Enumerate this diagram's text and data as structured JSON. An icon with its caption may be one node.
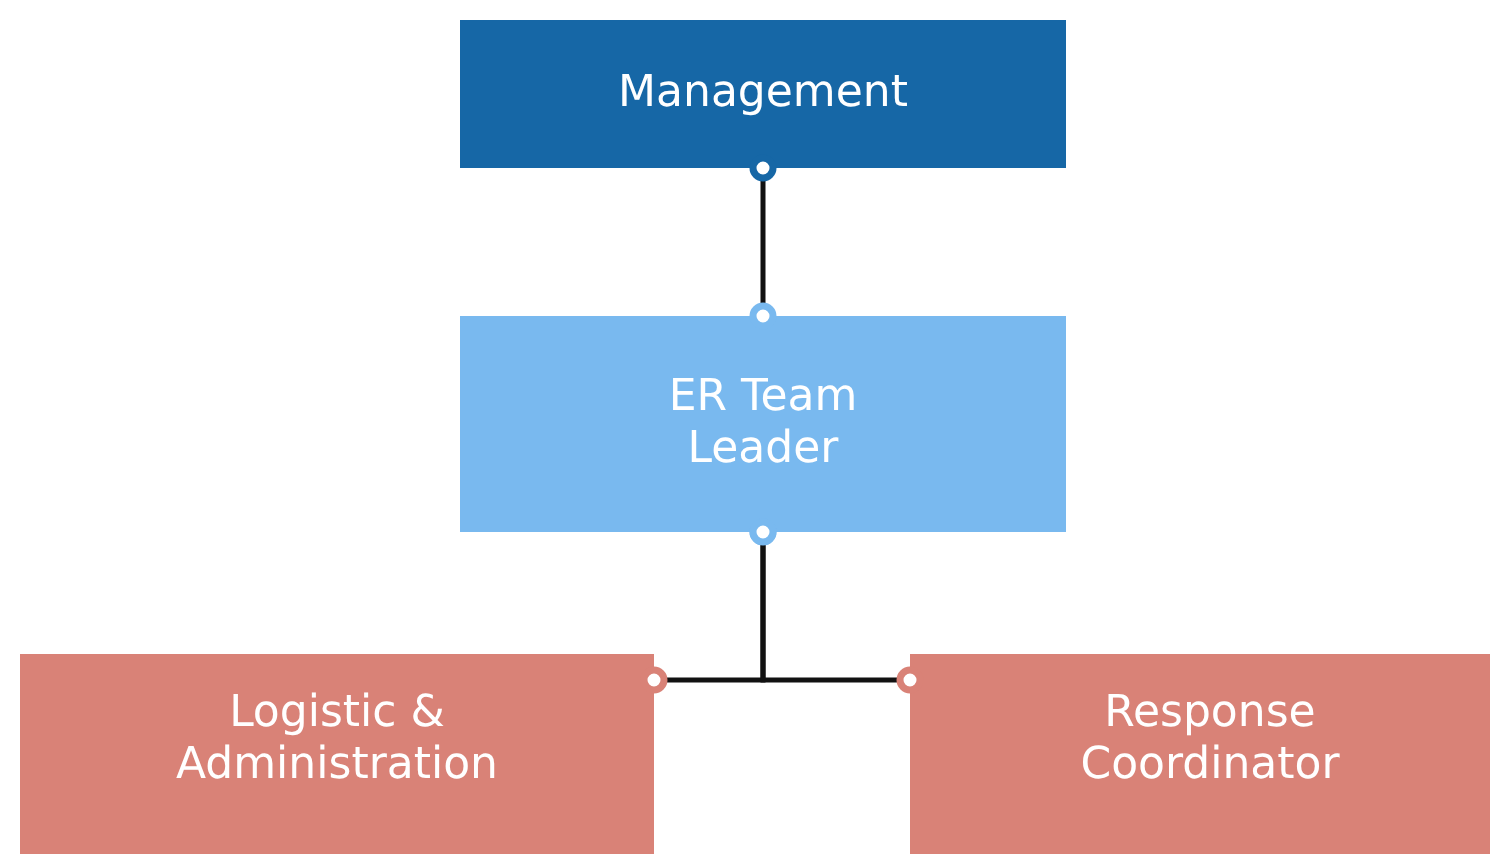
{
  "diagram": {
    "nodes": [
      {
        "text": [
          "Management"
        ]
      },
      {
        "text": [
          "ER Team Leader"
        ]
      },
      {
        "text": [
          "Logistic & Administration"
        ]
      },
      {
        "text": [
          "Response Coordinator"
        ]
      }
    ],
    "edges": [
      {
        "from": 0,
        "to": 1,
        "arrow": "other"
      },
      {
        "from": 1,
        "to": 2,
        "arrow": "other"
      },
      {
        "from": 1,
        "to": 3,
        "arrow": "other"
      }
    ]
  }
}
